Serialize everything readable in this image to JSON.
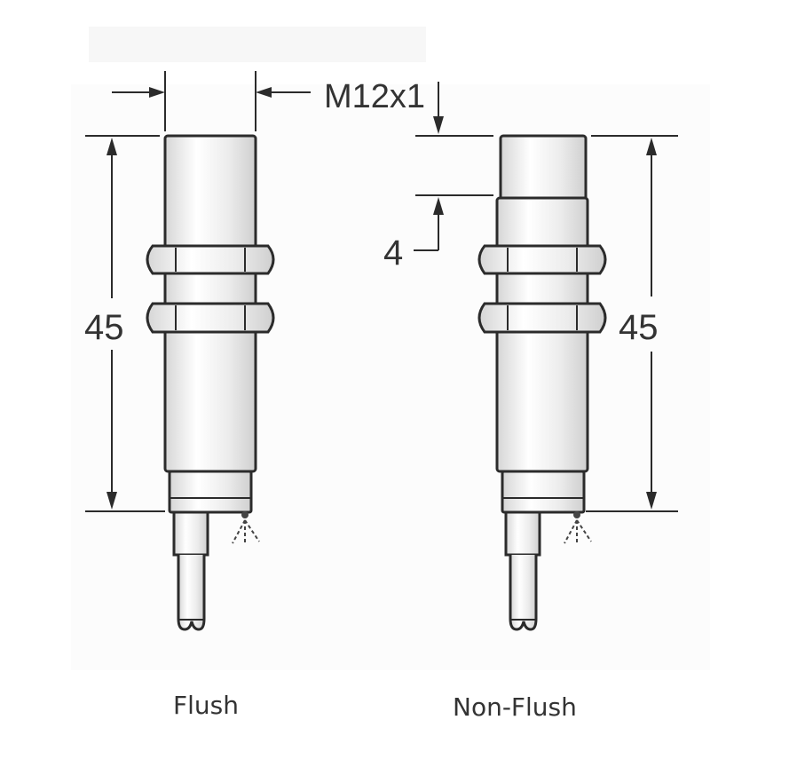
{
  "labels": {
    "thread": "M12x1",
    "length_left": "45",
    "length_right": "45",
    "protrusion": "4"
  },
  "captions": {
    "flush": "Flush",
    "non_flush": "Non-Flush"
  },
  "colors": {
    "outline": "#2b2b2b",
    "body_fill": "#e9e9e9",
    "body_highlight": "#ffffff",
    "text": "#333333"
  }
}
